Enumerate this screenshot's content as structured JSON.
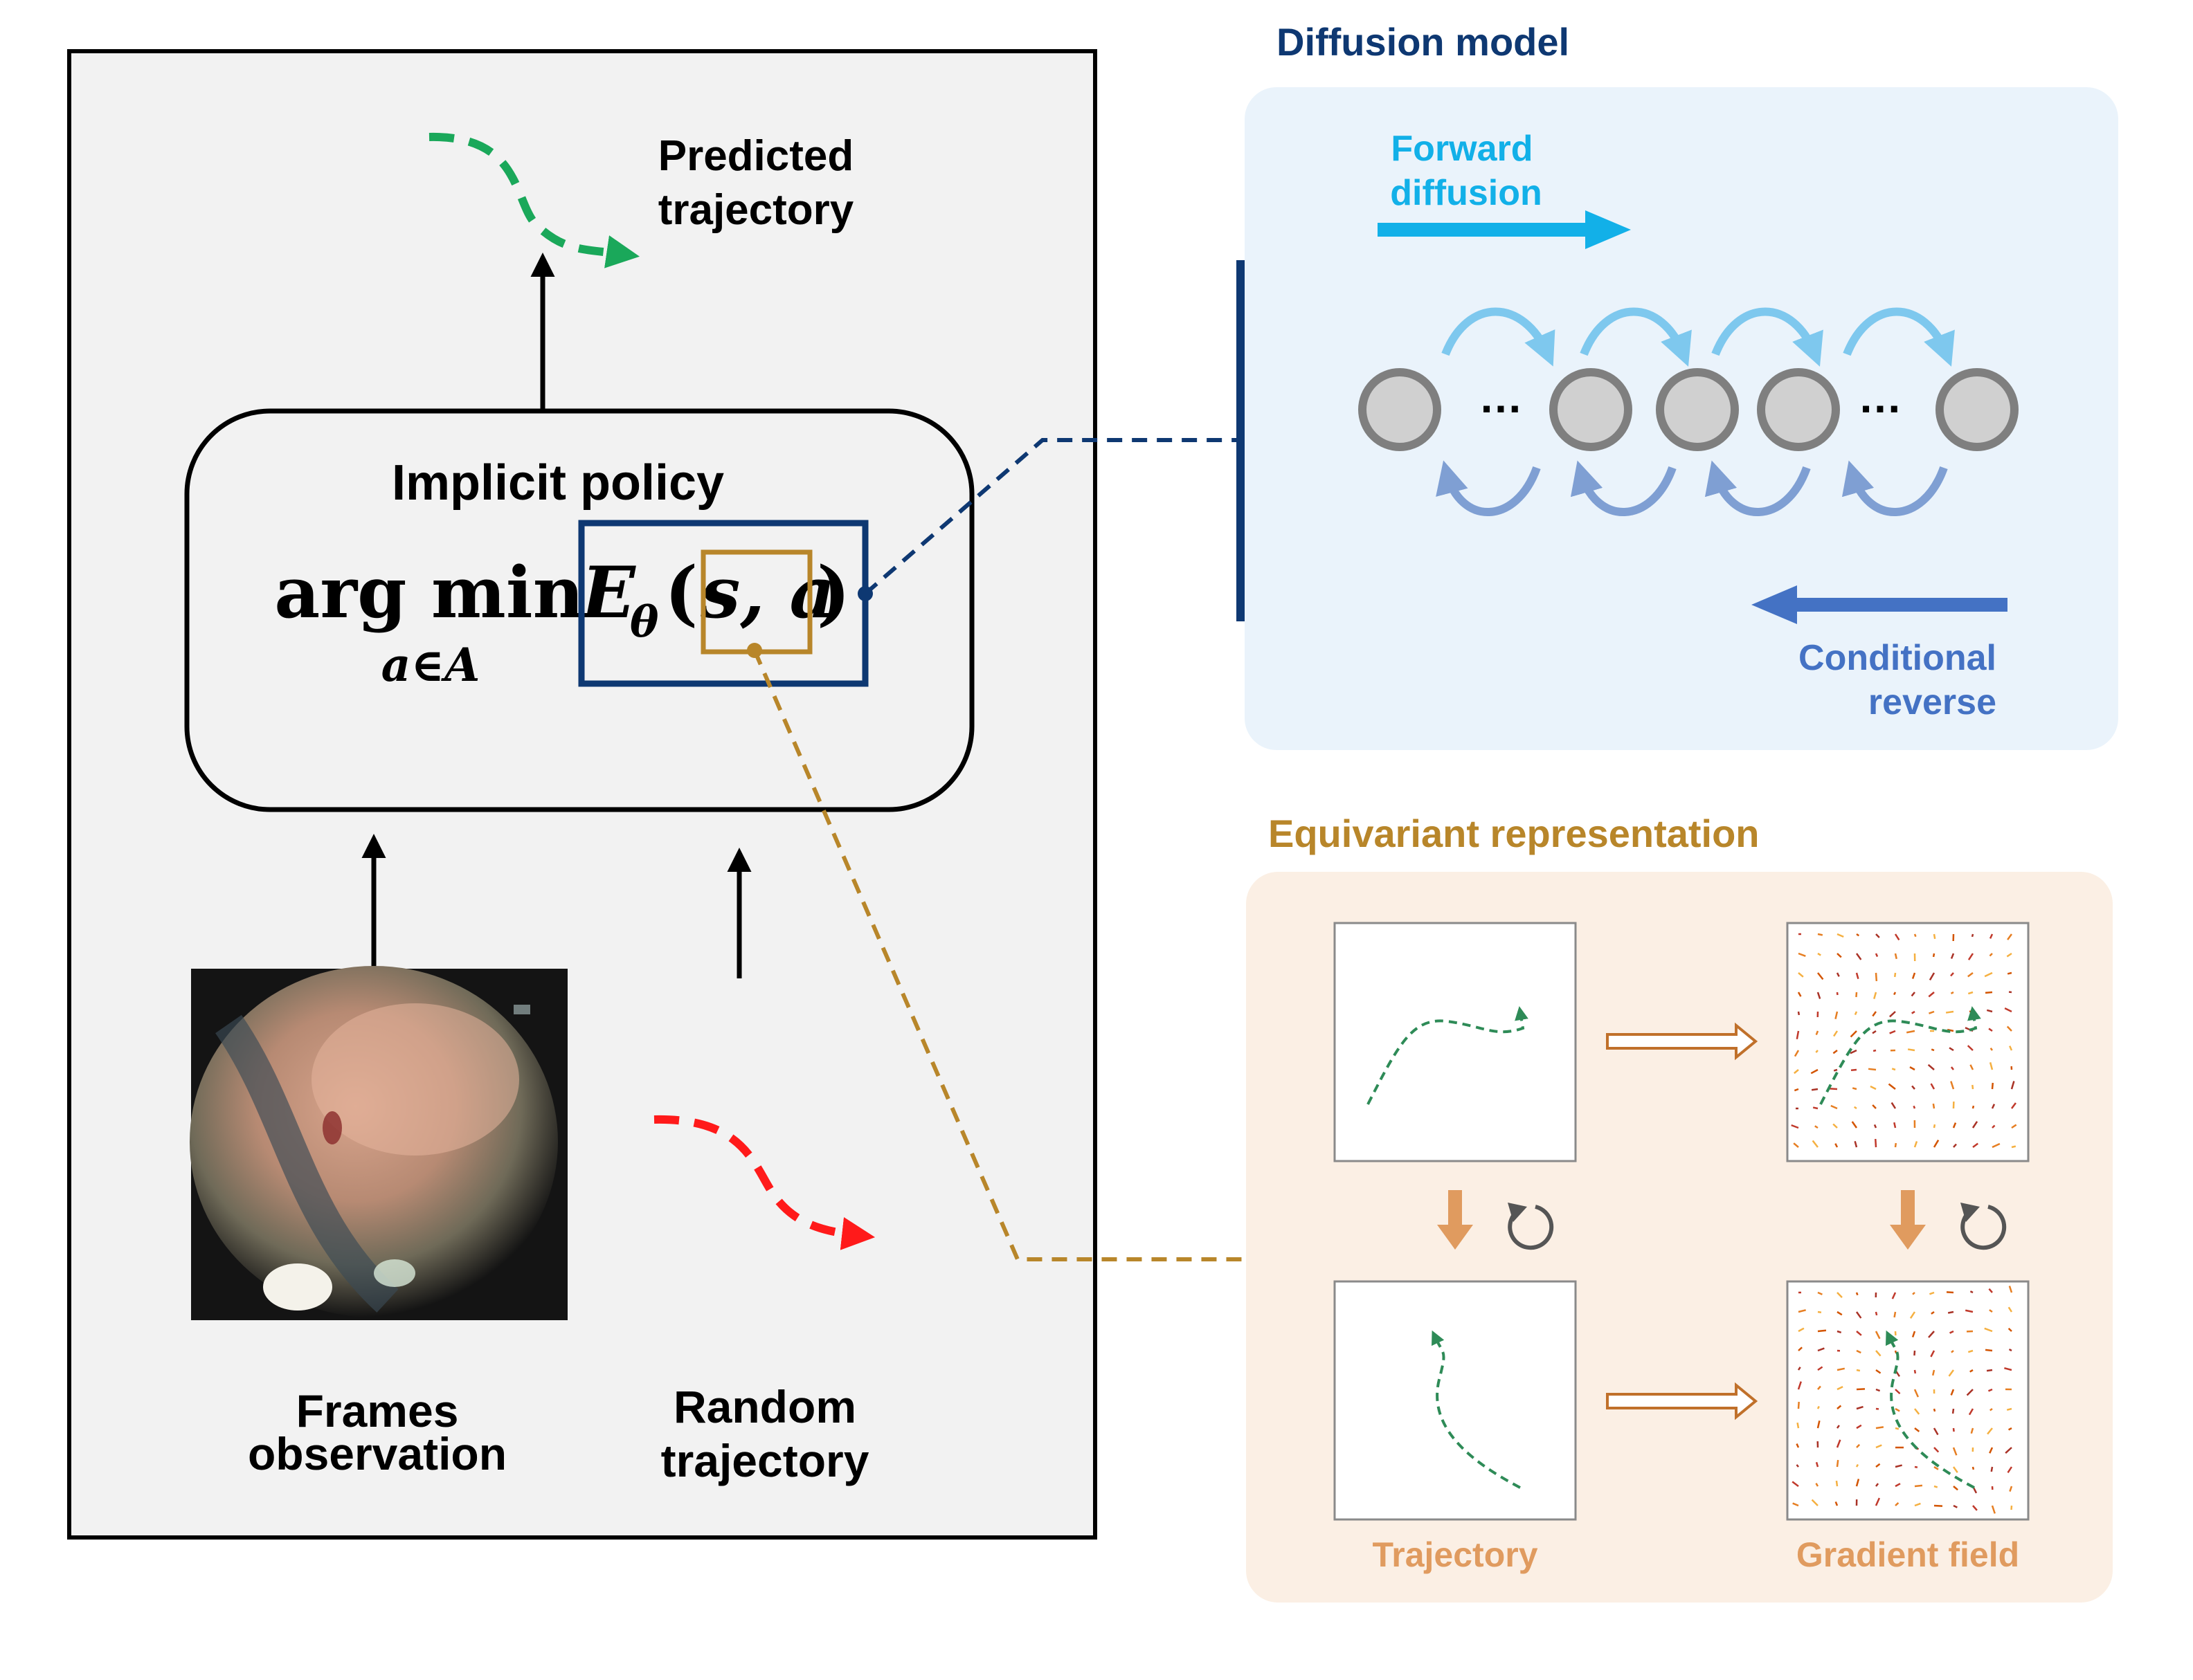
{
  "left_panel": {
    "predicted_label_line1": "Predicted",
    "predicted_label_line2": "trajectory",
    "policy_title": "Implicit policy",
    "formula": {
      "argmin": "arg min",
      "subscript": "a∈A",
      "energy": "E",
      "energy_sub": "θ",
      "open_paren": "(",
      "args": "s, a",
      "close_paren": ")"
    },
    "frames_label_line1": "Frames",
    "frames_label_line2": "observation",
    "random_label_line1": "Random",
    "random_label_line2": "trajectory"
  },
  "diffusion_panel": {
    "title": "Diffusion model",
    "forward_line1": "Forward",
    "forward_line2": "diffusion",
    "reverse_line1": "Conditional",
    "reverse_line2": "reverse",
    "ellipsis_1": "…",
    "ellipsis_2": "…"
  },
  "equivariant_panel": {
    "title": "Equivariant representation",
    "trajectory_caption": "Trajectory",
    "gradient_caption": "Gradient field"
  },
  "colors": {
    "panel_bg": "#f2f2f2",
    "navy": "#0e3872",
    "gold": "#b8862a",
    "forward_blue": "#12b0e8",
    "reverse_blue": "#4472c4",
    "diffusion_bg": "#eaf3fb",
    "equivariant_bg": "#fbefe4",
    "caption_orange": "#e09b5f",
    "predicted_green": "#1aa85a",
    "random_red": "#ff1a1a"
  }
}
